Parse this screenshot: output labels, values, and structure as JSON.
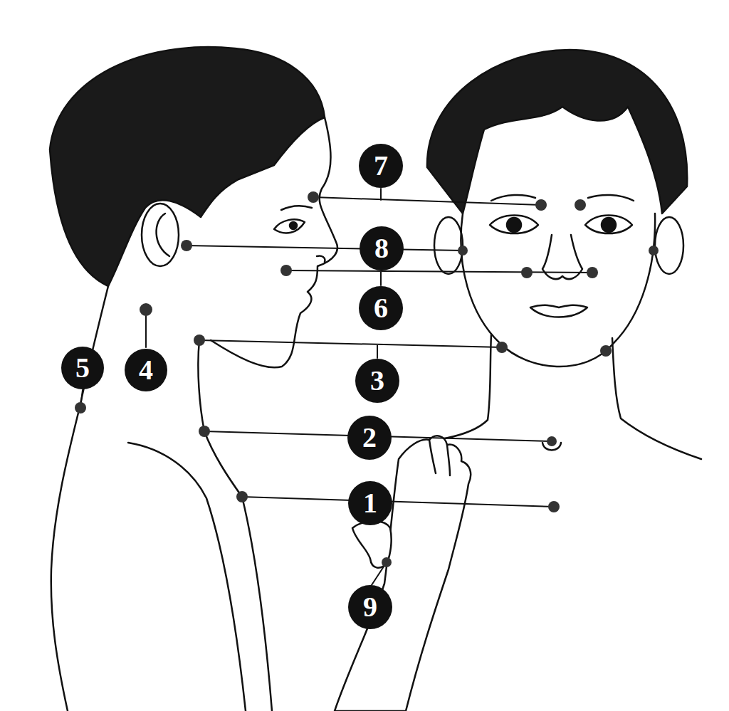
{
  "diagram": {
    "nodes": [
      {
        "text": [
          "7"
        ]
      },
      {
        "text": [
          "8"
        ]
      },
      {
        "text": [
          "6"
        ]
      },
      {
        "text": [
          "5"
        ]
      },
      {
        "text": [
          "4"
        ]
      },
      {
        "text": [
          "3"
        ]
      },
      {
        "text": [
          "2"
        ]
      },
      {
        "text": [
          "1"
        ]
      },
      {
        "text": [
          "9"
        ]
      }
    ]
  }
}
